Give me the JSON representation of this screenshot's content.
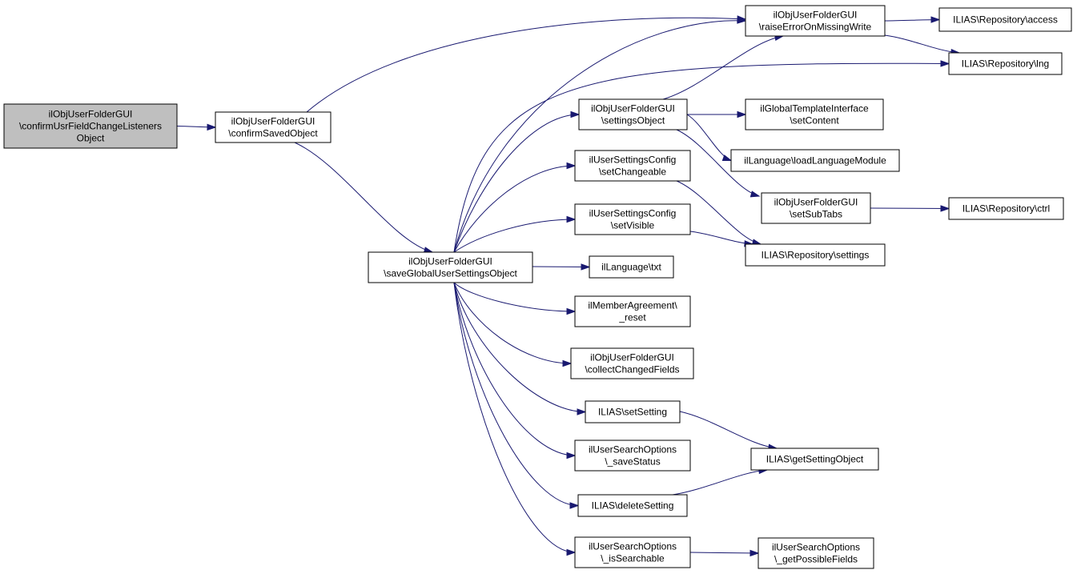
{
  "colors": {
    "edge": "#191970",
    "root_fill": "#bfbfbf",
    "node_fill": "#ffffff",
    "node_border": "#000000"
  },
  "nodes": [
    {
      "id": "root",
      "lines": [
        "ilObjUserFolderGUI",
        "\\confirmUsrFieldChangeListeners",
        "Object"
      ]
    },
    {
      "id": "confirmSaved",
      "lines": [
        "ilObjUserFolderGUI",
        "\\confirmSavedObject"
      ]
    },
    {
      "id": "saveGlobal",
      "lines": [
        "ilObjUserFolderGUI",
        "\\saveGlobalUserSettingsObject"
      ]
    },
    {
      "id": "raiseError",
      "lines": [
        "ilObjUserFolderGUI",
        "\\raiseErrorOnMissingWrite"
      ]
    },
    {
      "id": "access",
      "lines": [
        "ILIAS\\Repository\\access"
      ]
    },
    {
      "id": "lng",
      "lines": [
        "ILIAS\\Repository\\lng"
      ]
    },
    {
      "id": "settingsObject",
      "lines": [
        "ilObjUserFolderGUI",
        "\\settingsObject"
      ]
    },
    {
      "id": "setContent",
      "lines": [
        "ilGlobalTemplateInterface",
        "\\setContent"
      ]
    },
    {
      "id": "loadLang",
      "lines": [
        "ilLanguage\\loadLanguageModule"
      ]
    },
    {
      "id": "setChangeable",
      "lines": [
        "ilUserSettingsConfig",
        "\\setChangeable"
      ]
    },
    {
      "id": "setSubTabs",
      "lines": [
        "ilObjUserFolderGUI",
        "\\setSubTabs"
      ]
    },
    {
      "id": "ctrl",
      "lines": [
        "ILIAS\\Repository\\ctrl"
      ]
    },
    {
      "id": "setVisible",
      "lines": [
        "ilUserSettingsConfig",
        "\\setVisible"
      ]
    },
    {
      "id": "repoSettings",
      "lines": [
        "ILIAS\\Repository\\settings"
      ]
    },
    {
      "id": "txt",
      "lines": [
        "ilLanguage\\txt"
      ]
    },
    {
      "id": "reset",
      "lines": [
        "ilMemberAgreement\\",
        "_reset"
      ]
    },
    {
      "id": "collect",
      "lines": [
        "ilObjUserFolderGUI",
        "\\collectChangedFields"
      ]
    },
    {
      "id": "setSetting",
      "lines": [
        "ILIAS\\setSetting"
      ]
    },
    {
      "id": "getSettingObj",
      "lines": [
        "ILIAS\\getSettingObject"
      ]
    },
    {
      "id": "saveStatus",
      "lines": [
        "ilUserSearchOptions",
        "\\_saveStatus"
      ]
    },
    {
      "id": "deleteSetting",
      "lines": [
        "ILIAS\\deleteSetting"
      ]
    },
    {
      "id": "isSearchable",
      "lines": [
        "ilUserSearchOptions",
        "\\_isSearchable"
      ]
    },
    {
      "id": "getPossible",
      "lines": [
        "ilUserSearchOptions",
        "\\_getPossibleFields"
      ]
    }
  ],
  "edges": [
    [
      "root",
      "confirmSaved"
    ],
    [
      "confirmSaved",
      "raiseError"
    ],
    [
      "confirmSaved",
      "saveGlobal"
    ],
    [
      "saveGlobal",
      "raiseError"
    ],
    [
      "saveGlobal",
      "lng"
    ],
    [
      "saveGlobal",
      "settingsObject"
    ],
    [
      "saveGlobal",
      "setChangeable"
    ],
    [
      "saveGlobal",
      "setVisible"
    ],
    [
      "saveGlobal",
      "txt"
    ],
    [
      "saveGlobal",
      "reset"
    ],
    [
      "saveGlobal",
      "collect"
    ],
    [
      "saveGlobal",
      "setSetting"
    ],
    [
      "saveGlobal",
      "saveStatus"
    ],
    [
      "saveGlobal",
      "deleteSetting"
    ],
    [
      "saveGlobal",
      "isSearchable"
    ],
    [
      "raiseError",
      "access"
    ],
    [
      "raiseError",
      "lng"
    ],
    [
      "settingsObject",
      "raiseError"
    ],
    [
      "settingsObject",
      "setContent"
    ],
    [
      "settingsObject",
      "loadLang"
    ],
    [
      "settingsObject",
      "setSubTabs"
    ],
    [
      "setChangeable",
      "repoSettings"
    ],
    [
      "setVisible",
      "repoSettings"
    ],
    [
      "setSubTabs",
      "ctrl"
    ],
    [
      "setSetting",
      "getSettingObj"
    ],
    [
      "deleteSetting",
      "getSettingObj"
    ],
    [
      "isSearchable",
      "getPossible"
    ]
  ]
}
